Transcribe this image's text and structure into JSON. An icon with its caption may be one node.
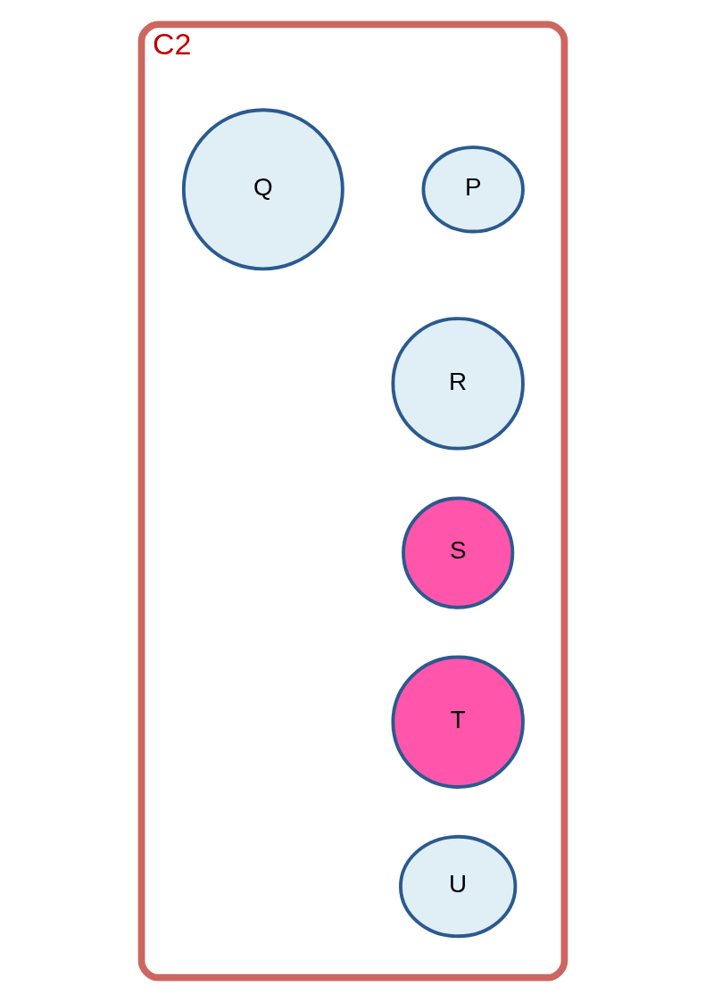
{
  "diagram": {
    "nodes": [
      {
        "text": [
          "C2"
        ]
      },
      {
        "text": [
          "P"
        ],
        "in": 0
      },
      {
        "text": [
          "Q"
        ],
        "in": 0
      },
      {
        "text": [
          "R"
        ],
        "in": 0
      },
      {
        "text": [
          "S"
        ],
        "in": 0
      },
      {
        "text": [
          "T"
        ],
        "in": 0
      },
      {
        "text": [
          "U"
        ],
        "in": 0
      }
    ]
  }
}
